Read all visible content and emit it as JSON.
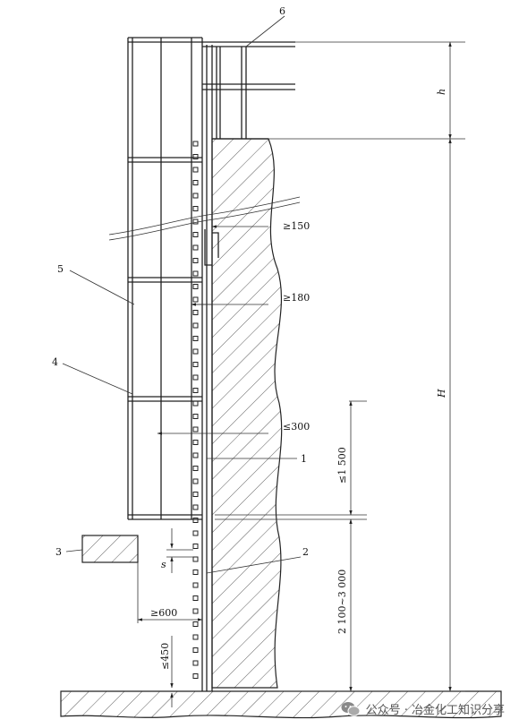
{
  "labels": {
    "n1": "1",
    "n2": "2",
    "n3": "3",
    "n4": "4",
    "n5": "5",
    "n6": "6",
    "d150": "≥150",
    "d180": "≥180",
    "d300": "≤300",
    "d1500": "≤1 500",
    "d2100": "2 100~3 000",
    "d600": "≥600",
    "d450": "≤450",
    "s": "s",
    "h": "h",
    "H": "H"
  },
  "watermark": {
    "icon": "wechat-icon",
    "text": "公众号 · 冶金化工知识分享"
  }
}
